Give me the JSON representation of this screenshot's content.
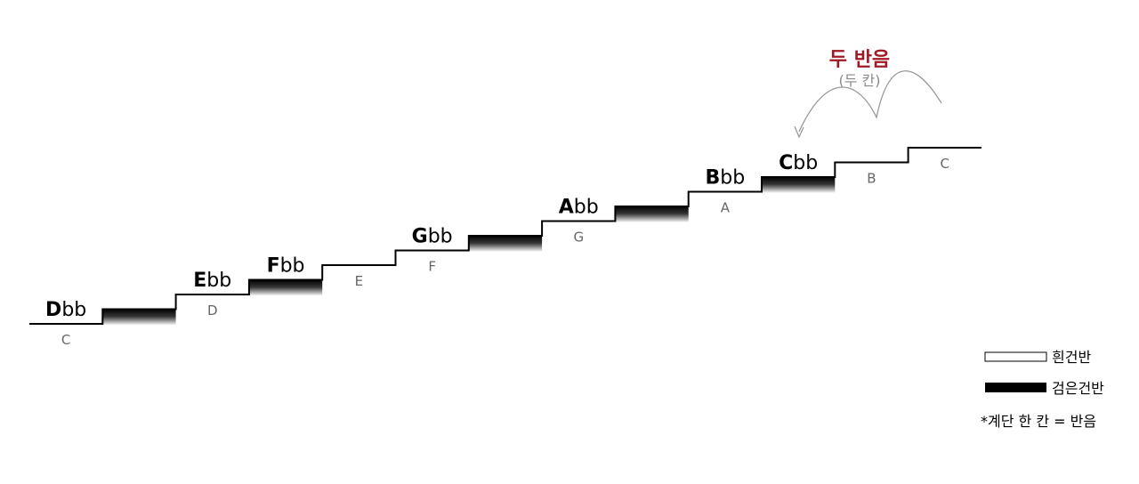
{
  "colors": {
    "stair_line": "#000000",
    "black_key": "#000000",
    "natural_label": "#666666",
    "annotation_title": "#a01823",
    "annotation_sub": "#8a8a8a",
    "arrow": "#9a9a9a"
  },
  "steps": [
    {
      "key": "white",
      "flat_note": {
        "letter": "D",
        "suffix": "bb"
      },
      "natural": "C"
    },
    {
      "key": "black",
      "flat_note": null,
      "natural": ""
    },
    {
      "key": "white",
      "flat_note": {
        "letter": "E",
        "suffix": "bb"
      },
      "natural": "D"
    },
    {
      "key": "black",
      "flat_note": {
        "letter": "F",
        "suffix": "bb"
      },
      "natural": ""
    },
    {
      "key": "white",
      "flat_note": null,
      "natural": "E"
    },
    {
      "key": "white",
      "flat_note": {
        "letter": "G",
        "suffix": "bb"
      },
      "natural": "F"
    },
    {
      "key": "black",
      "flat_note": null,
      "natural": ""
    },
    {
      "key": "white",
      "flat_note": {
        "letter": "A",
        "suffix": "bb"
      },
      "natural": "G"
    },
    {
      "key": "black",
      "flat_note": null,
      "natural": ""
    },
    {
      "key": "white",
      "flat_note": {
        "letter": "B",
        "suffix": "bb"
      },
      "natural": "A"
    },
    {
      "key": "black",
      "flat_note": {
        "letter": "C",
        "suffix": "bb"
      },
      "natural": ""
    },
    {
      "key": "white",
      "flat_note": null,
      "natural": "B"
    },
    {
      "key": "white",
      "flat_note": null,
      "natural": "C"
    }
  ],
  "annotation": {
    "title": "두 반음",
    "subtitle": "(두 칸)"
  },
  "legend": {
    "white_label": "흰건반",
    "black_label": "검은건반",
    "note": "*계단 한 칸 = 반음"
  }
}
